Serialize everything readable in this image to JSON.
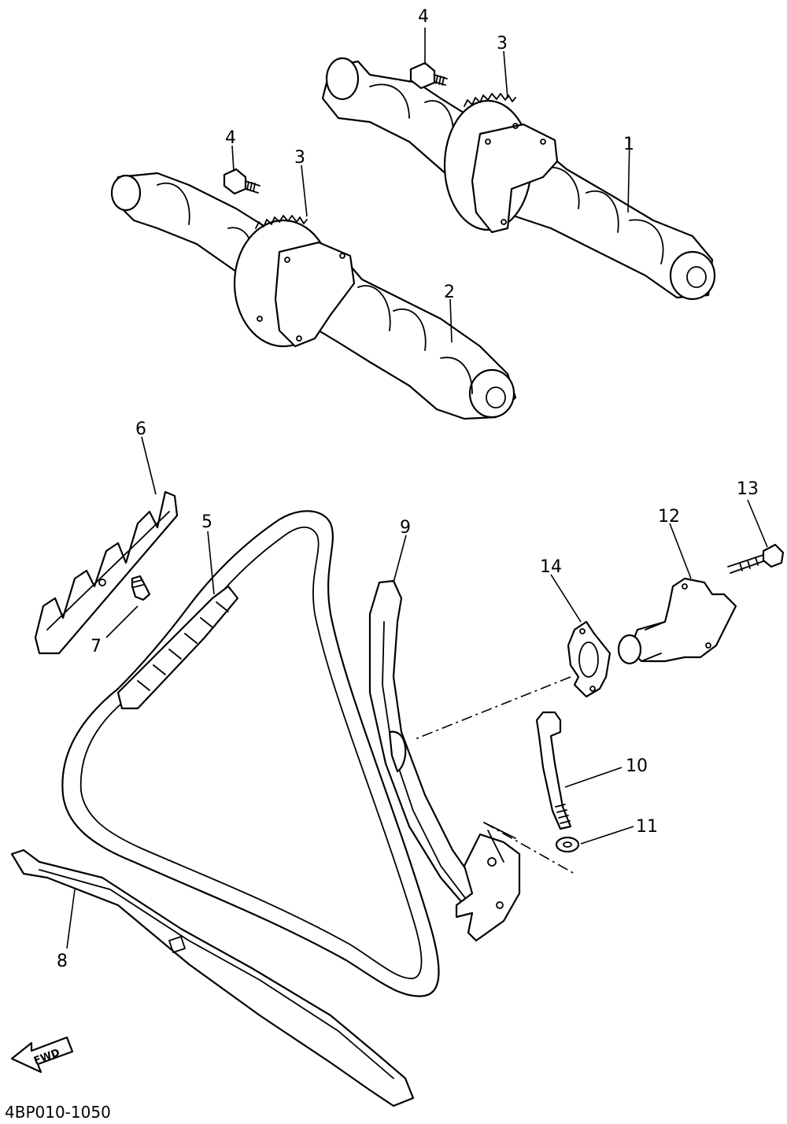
{
  "diagram": {
    "code": "4BP010-1050",
    "fwd_label": "FWD",
    "callouts": [
      {
        "id": "1",
        "text": "1"
      },
      {
        "id": "2",
        "text": "2"
      },
      {
        "id": "3a",
        "text": "3"
      },
      {
        "id": "3b",
        "text": "3"
      },
      {
        "id": "4a",
        "text": "4"
      },
      {
        "id": "4b",
        "text": "4"
      },
      {
        "id": "5",
        "text": "5"
      },
      {
        "id": "6",
        "text": "6"
      },
      {
        "id": "7",
        "text": "7"
      },
      {
        "id": "8",
        "text": "8"
      },
      {
        "id": "9",
        "text": "9"
      },
      {
        "id": "10",
        "text": "10"
      },
      {
        "id": "11",
        "text": "11"
      },
      {
        "id": "12",
        "text": "12"
      },
      {
        "id": "13",
        "text": "13"
      },
      {
        "id": "14",
        "text": "14"
      }
    ]
  }
}
